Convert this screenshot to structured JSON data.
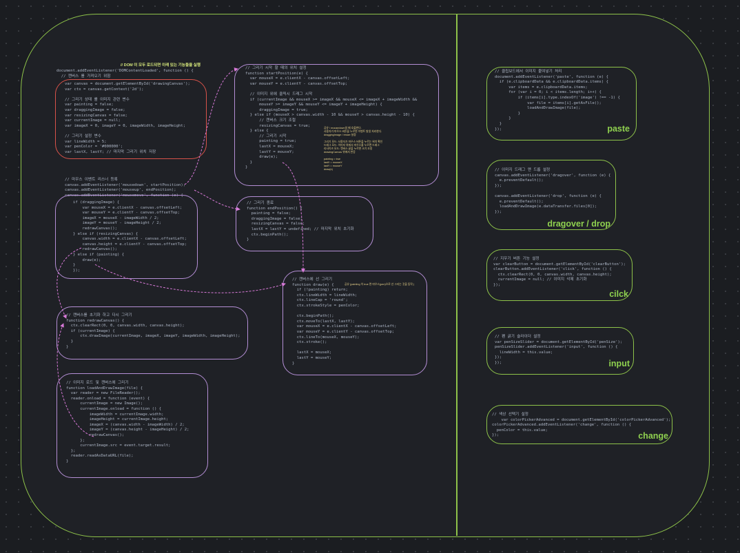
{
  "title": "// DOM 이 모두 로드되면 이래 있는 기능들을 실행",
  "code": {
    "dom_header": "document.addEventListener('DOMContentLoaded', function () {\n  // 캔버스 를 가져오기 위함",
    "init": "var canvas = document.getElementById('drawingCanvas');\nvar ctx = canvas.getContext('2d');\n\n// 그리기 상태 를 이미지 관련 변수\nvar painting = false;\nvar draggingImage = false;\nvar resizingCanvas = false;\nvar currentImage = null;\nvar imageX = 0, imageY = 0, imageWidth, imageHeight;\n\n// 그리기 설정 변수\nvar lineWidth = 5;\nvar penColor = '#000000';\nvar lastX, lastY; // 마지막 그리기 위치 저장",
    "listeners": "// 마우스 이벤트 리스너 등록\ncanvas.addEventListener('mousedown', startPosition);\ncanvas.addEventListener('mouseup', endPosition);\ncanvas.addEventListener('mousemove', function (e) {",
    "mousemove": "if (draggingImage) {\n    var mouseX = e.clientX - canvas.offsetLeft;\n    var mouseY = e.clientY - canvas.offsetTop;\n    imageX = mouseX - imageWidth / 2;\n    imageY = mouseY - imageHeight / 2;\n    redrawCanvas();\n} else if (resizingCanvas) {\n    canvas.width = e.clientX - canvas.offsetLeft;\n    canvas.height = e.clientY - canvas.offsetTop;\n    redrawCanvas();\n} else if (painting) {\n    draw(e);\n}\n});",
    "start": "// 그리기 시작 할 때의 위치 설정\nfunction startPosition(e) {\n  var mouseX = e.clientX - canvas.offsetLeft;\n  var mouseY = e.clientY - canvas.offsetTop;\n\n  // 이미지 위에 클릭시 드래그 시작\n  if (currentImage && mouseX >= imageX && mouseX <= imageX + imageWidth &&\n      mouseY >= imageY && mouseY <= imageY + imageHeight) {\n      draggingImage = true;\n  } else if (mouseX > canvas.width - 10 && mouseY > canvas.height - 10) {\n      // 캔버스 크기 조절\n      resizingCanvas = true;\n  } else {\n      // 그리기 시작\n      painting = true;\n      lastX = mouseX;\n      lastY = mouseY;\n      draw(e);\n  }\n}",
    "end": "// 그리기 종료\nfunction endPosition() {\n  painting = false;\n  draggingImage = false;\n  resizingCanvas = false;\n  lastX = lastY = undefined; // 마지막 위치 초기화\n  ctx.beginPath();\n}",
    "draw": "// 캔버스에 선 그리기\nfunction draw(e) {\n  if (!painting) return;\n  ctx.lineWidth = lineWidth;\n  ctx.lineCap = 'round';\n  ctx.strokeStyle = penColor;\n\n  ctx.beginPath();\n  ctx.moveTo(lastX, lastY);\n  var mouseX = e.clientX - canvas.offsetLeft;\n  var mouseY = e.clientY - canvas.offsetTop;\n  ctx.lineTo(mouseX, mouseY);\n  ctx.stroke();\n\n  lastX = mouseX;\n  lastY = mouseY;\n}",
    "redraw": "// 캔버스를 초기화 하고 다시 그리기\nfunction redrawCanvas() {\n  ctx.clearRect(0, 0, canvas.width, canvas.height);\n  if (currentImage) {\n      ctx.drawImage(currentImage, imageX, imageY, imageWidth, imageHeight);\n  }\n}",
    "load": "// 이미지 로드 및 캔버스에 그리기\nfunction loadAndDrawImage(file) {\n  var reader = new FileReader();\n  reader.onload = function (event) {\n      currentImage = new Image();\n      currentImage.onload = function () {\n          imageWidth = currentImage.width;\n          imageHeight = currentImage.height;\n          imageX = (canvas.width - imageWidth) / 2;\n          imageY = (canvas.height - imageHeight) / 2;\n          redrawCanvas();\n      };\n      currentImage.src = event.target.result;\n  };\n  reader.readAsDataURL(file);\n}",
    "paste": "// 클립보드에서 이미지 붙여넣기 처리\ndocument.addEventListener('paste', function (e) {\n  if (e.clipboardData && e.clipboardData.items) {\n      var items = e.clipboardData.items;\n      for (var i = 0; i < items.length; i++) {\n          if (items[i].type.indexOf('image') !== -1) {\n              var file = items[i].getAsFile();\n              loadAndDrawImage(file);\n          }\n      }\n  }\n});",
    "dragdrop": "// 이미지 드래그 앤 드롭 설정\ncanvas.addEventListener('dragover', function (e) {\n  e.preventDefault();\n});\n\ncanvas.addEventListener('drop', function (e) {\n  e.preventDefault();\n  loadAndDrawImage(e.dataTransfer.files[0]);\n});",
    "clear": "// 지우기 버튼 기능 설정\nvar clearButton = document.getElementById('clearButton');\nclearButton.addEventListener('click', function () {\n  ctx.clearRect(0, 0, canvas.width, canvas.height);\n  currentImage = null; // 이미지 삭제 초기화\n});",
    "size": "// 펜 굵기 슬라이더 설정\nvar penSizeSlider = document.getElementById('penSize');\npenSizeSlider.addEventListener('input', function () {\n  lineWidth = this.value;\n});\n});",
    "color": "// 색상 선택기 설정\n    var colorPickerAdvanced = document.getElementById('colorPickerAdvanced');\ncolorPickerAdvanced.addEventListener('change', function () {\n  penColor = this.value;\n});"
  },
  "notes": {
    "start_note": "공유 / mousedown일 때 호출한다.\n사용자가 마우스 버튼을 누르면 이벤트 발생 처리한다.\ndraggingImage / resize 설정\n\n그리기 모드: 사용자가 마우스 버튼을 누르는 위치 확인\n드래그 모드: 이미지 위에서 마우스를 누르면 드래그\n리사이즈 모드: 캔버스 끝을 누르면 크기 조정\ndrawingCanvas 위에서 반응\n\npainting = true\nlastX = mouseX\nlastY = mouseY\ndraw(e)",
    "draw_note": "공유 (painting 이 true 면 마우스(pen)으로 선 그리는 것을 동작 )"
  },
  "event_labels": {
    "paste": "paste",
    "dragdrop": "dragover / drop",
    "click": "cilck",
    "input": "input",
    "change": "change"
  },
  "colors": {
    "frame": "#8fc44a",
    "box_purple": "#b58fd6",
    "box_red": "#d9534a",
    "arrow": "#d97ad9",
    "label": "#8fd14f"
  }
}
